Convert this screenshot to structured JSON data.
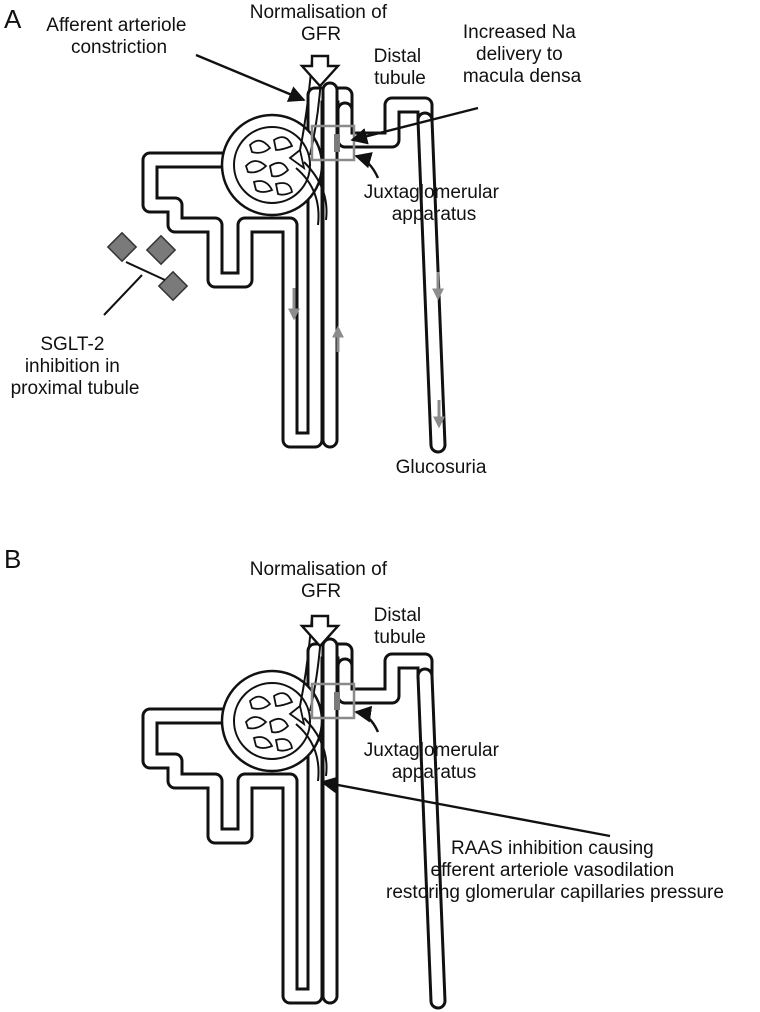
{
  "panel_a": {
    "letter": "A",
    "title_lines": [
      "Normalisation of",
      "GFR"
    ],
    "afferent_lines": [
      "Afferent arteriole",
      "constriction"
    ],
    "distal_lines": [
      "Distal",
      "tubule"
    ],
    "na_lines": [
      "Increased Na",
      "delivery to",
      "macula densa"
    ],
    "jga_lines": [
      "Juxtaglomerular",
      "apparatus"
    ],
    "sglt_lines": [
      "SGLT-2",
      "inhibition in",
      "proximal tubule"
    ],
    "glucosuria": "Glucosuria"
  },
  "panel_b": {
    "letter": "B",
    "title_lines": [
      "Normalisation of",
      "GFR"
    ],
    "distal_lines": [
      "Distal",
      "tubule"
    ],
    "jga_lines": [
      "Juxtaglomerular",
      "apparatus"
    ],
    "raas_lines": [
      "RAAS inhibition causing",
      "efferent arteriole vasodilation",
      "restoring glomerular capillaries pressure"
    ]
  },
  "colors": {
    "ink": "#111111",
    "jga_box": "#8a8a8a",
    "transporter": "#7a7a7a",
    "flow_arrow": "#8c8c8c"
  }
}
